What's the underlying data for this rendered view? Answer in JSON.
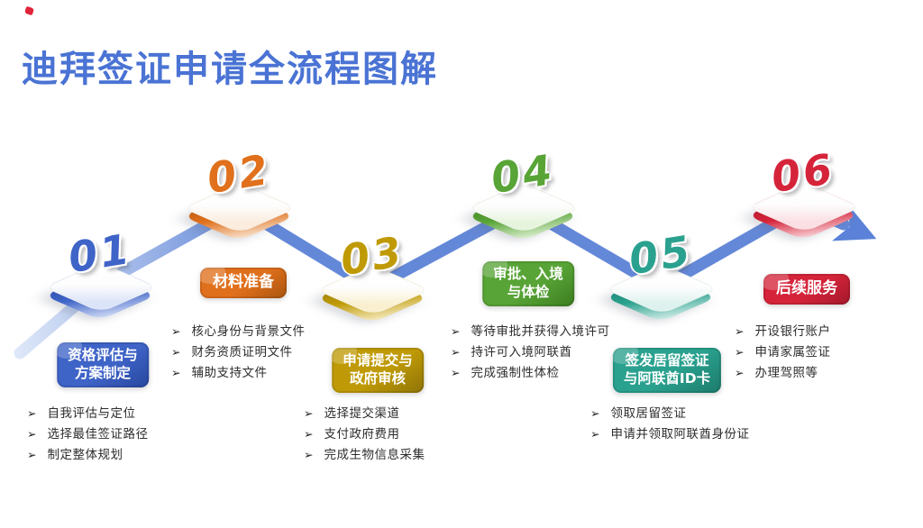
{
  "title": "迪拜签证申请全流程图解",
  "title_color": "#4a73d4",
  "bullet_icon": "➢",
  "flow_arrow_color": "#6488d8",
  "steps": [
    {
      "number": "01",
      "badge_lines": [
        "资格评估与",
        "方案制定"
      ],
      "color": "#3f64c8",
      "color_dark": "#27479e",
      "color_light": "#dbe4f8",
      "items": [
        "自我评估与定位",
        "选择最佳签证路径",
        "制定整体规划"
      ]
    },
    {
      "number": "02",
      "badge_lines": [
        "材料准备"
      ],
      "color": "#e0701c",
      "color_dark": "#a8540f",
      "color_light": "#fbecdd",
      "items": [
        "核心身份与背景文件",
        "财务资质证明文件",
        "辅助支持文件"
      ]
    },
    {
      "number": "03",
      "badge_lines": [
        "申请提交与",
        "政府审核"
      ],
      "color": "#bf9a06",
      "color_dark": "#8f7408",
      "color_light": "#faf0cf",
      "items": [
        "选择提交渠道",
        "支付政府费用",
        "完成生物信息采集"
      ]
    },
    {
      "number": "04",
      "badge_lines": [
        "审批、入境",
        "与体检"
      ],
      "color": "#58a436",
      "color_dark": "#3c7d20",
      "color_light": "#e6f4dd",
      "items": [
        "等待审批并获得入境许可",
        "持许可入境阿联酋",
        "完成强制性体检"
      ]
    },
    {
      "number": "05",
      "badge_lines": [
        "签发居留签证",
        "与阿联酋ID卡"
      ],
      "color": "#2aa18e",
      "color_dark": "#1c7b6b",
      "color_light": "#ddf2ee",
      "items": [
        "领取居留签证",
        "申请并领取阿联酋身份证"
      ]
    },
    {
      "number": "06",
      "badge_lines": [
        "后续服务"
      ],
      "color": "#d5243a",
      "color_dark": "#a3182a",
      "color_light": "#fbdfe3",
      "items": [
        "开设银行账户",
        "申请家属签证",
        "办理驾照等"
      ]
    }
  ]
}
